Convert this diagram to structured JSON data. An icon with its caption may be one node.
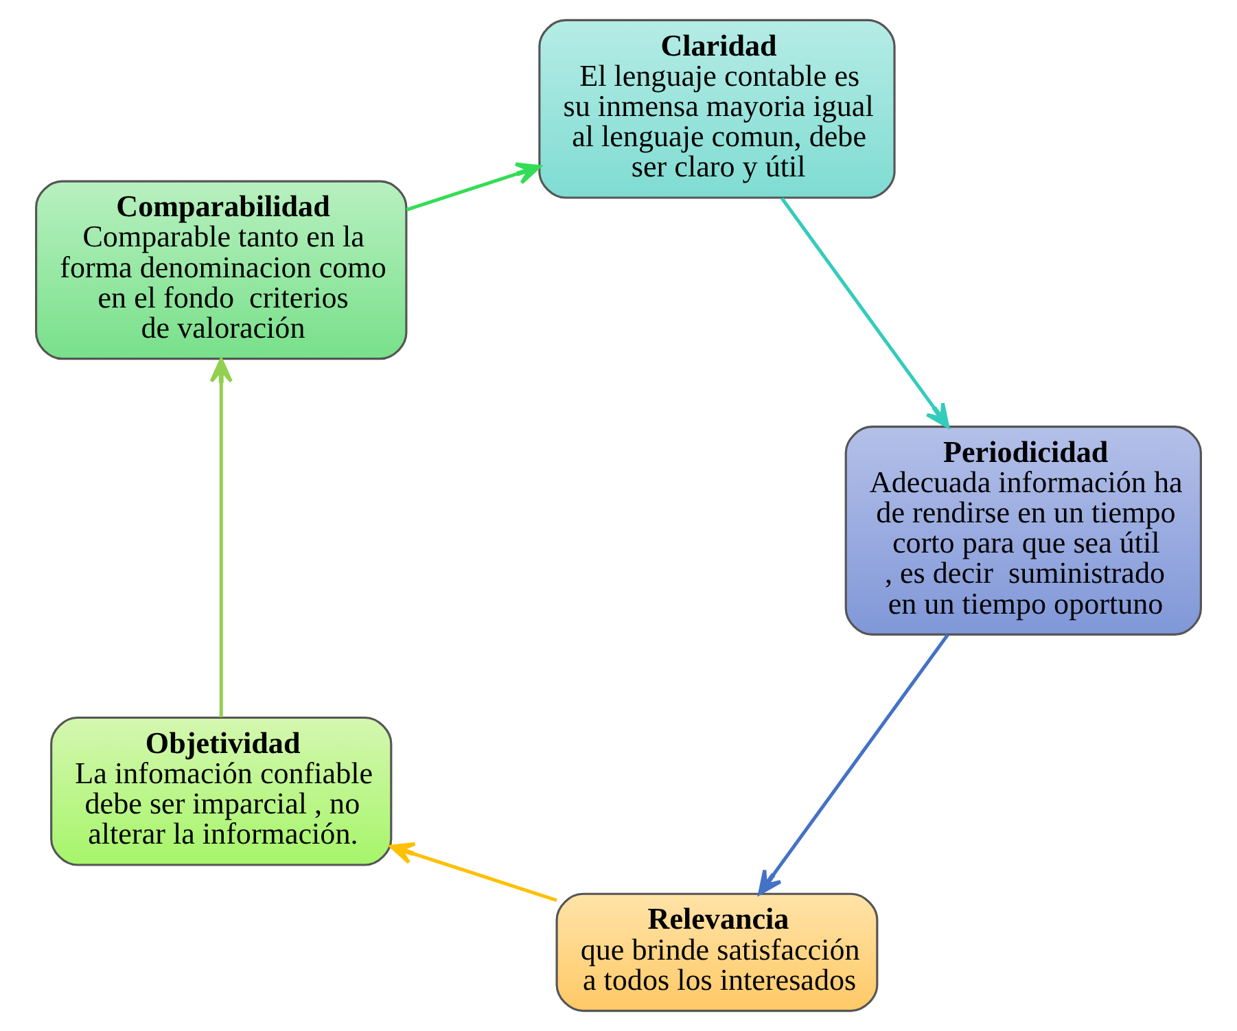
{
  "diagram": {
    "nodes": [
      {
        "text": [
          "Relevancia",
          "que brinde satisfacción a todos los interesados"
        ]
      },
      {
        "text": [
          "Objetividad",
          "La infomación confiable debe ser imparcial , no alterar la información."
        ]
      },
      {
        "text": [
          "Comparabilidad",
          "Comparable tanto en la forma denominacion como en el fondo  criterios de valoración"
        ]
      },
      {
        "text": [
          "Claridad",
          "El lenguaje contable es su inmensa mayoria igual al lenguaje comun, debe ser claro y útil"
        ]
      },
      {
        "text": [
          "Periodicidad",
          "Adecuada información ha de rendirse en un tiempo corto para que sea útil , es decir  suministrado en un tiempo oportuno"
        ]
      }
    ],
    "edges": [
      {
        "from": 0,
        "to": 1,
        "arrow": "to",
        "color": "#ffc000"
      },
      {
        "from": 1,
        "to": 2,
        "arrow": "to",
        "color": "#92d050"
      },
      {
        "from": 2,
        "to": 3,
        "arrow": "to",
        "color": "#33dd55"
      },
      {
        "from": 3,
        "to": 4,
        "arrow": "to",
        "color": "#33ccbb"
      },
      {
        "from": 4,
        "to": 0,
        "arrow": "to",
        "color": "#4472c4"
      }
    ]
  }
}
